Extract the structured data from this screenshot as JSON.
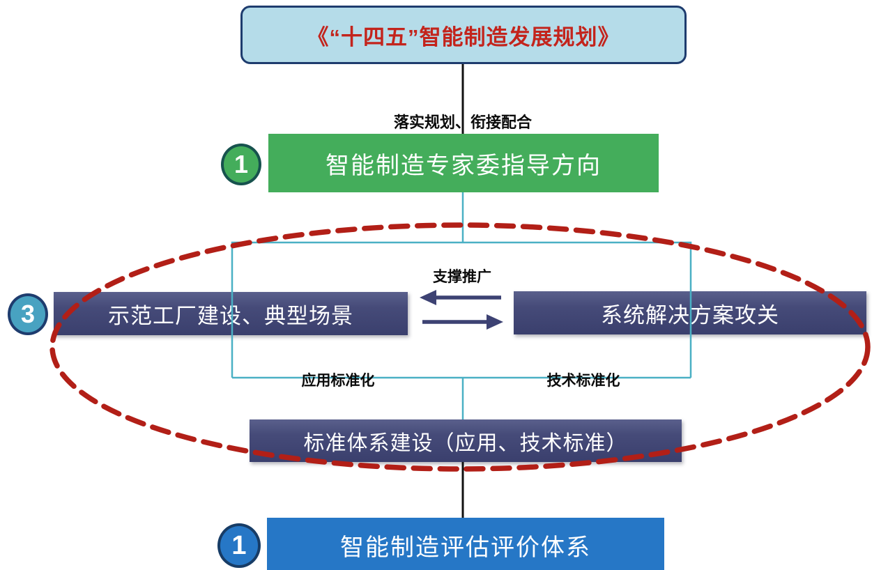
{
  "diagram": {
    "title_box": {
      "label": "《“十四五”智能制造发展规划》"
    },
    "connector_labels": {
      "plan_link": "落实规划、衔接配合",
      "support_promote": "支撑推广",
      "application_standardization": "应用标准化",
      "technology_standardization": "技术标准化"
    },
    "nodes": {
      "expert_committee": {
        "badge": "1",
        "label": "智能制造专家委指导方向"
      },
      "demo_factory": {
        "label": "示范工厂建设、典型场景"
      },
      "system_solution": {
        "label": "系统解决方案攻关"
      },
      "standard_system": {
        "label": "标准体系建设（应用、技术标准）"
      },
      "evaluation_system": {
        "badge": "1",
        "label": "智能制造评估评价体系"
      },
      "cluster_badge": "3"
    },
    "colors": {
      "title_fill": "#b5dce9",
      "title_border": "#1e3c6e",
      "title_text": "#c3241c",
      "green": "#44ad5b",
      "navy": "#3e4370",
      "blue": "#2677c6",
      "teal_badge": "#48a2c1",
      "teal_line": "#4ab0c4",
      "black_line": "#111111",
      "red_dash": "#b21f17",
      "arrow": "#3d4273"
    }
  }
}
